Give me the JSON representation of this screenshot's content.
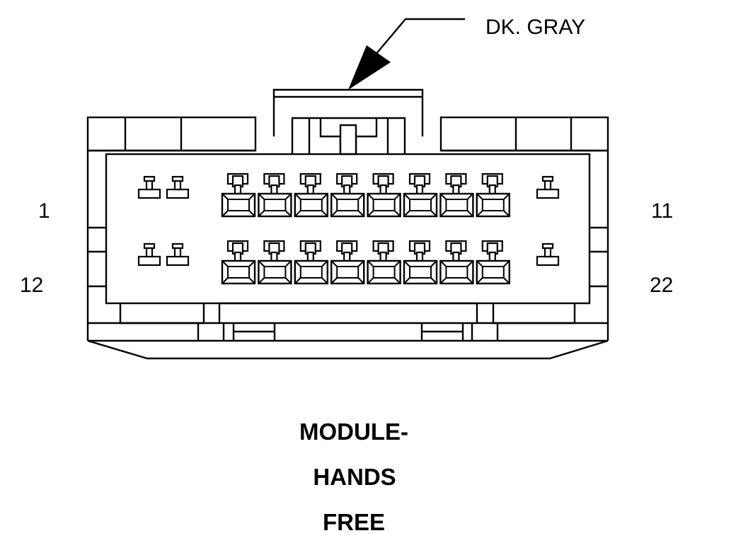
{
  "connector": {
    "color_label": "DK. GRAY",
    "pin_labels": {
      "top_left": "1",
      "top_right": "11",
      "bottom_left": "12",
      "bottom_right": "22"
    },
    "title_lines": [
      "MODULE-",
      "HANDS",
      "FREE"
    ],
    "rows": [
      {
        "name": "top-row",
        "small_terminals_left": 2,
        "large_terminals": 8,
        "small_terminals_right": 1
      },
      {
        "name": "bottom-row",
        "small_terminals_left": 2,
        "large_terminals": 8,
        "small_terminals_right": 1
      }
    ]
  }
}
